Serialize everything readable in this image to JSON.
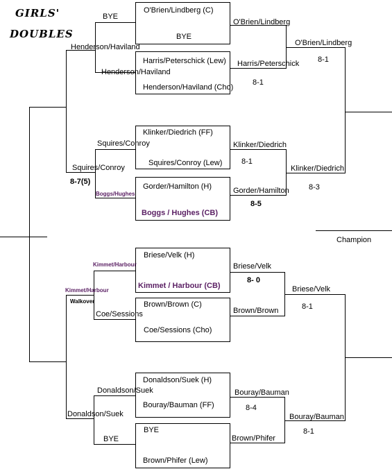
{
  "title": {
    "line1": "GIRLS'",
    "line2": "DOUBLES"
  },
  "round1": {
    "m1": {
      "top": "O'Brien/Lindberg (C)",
      "bottom": "BYE"
    },
    "m2": {
      "top": "Harris/Peterschick (Lew)",
      "bottom": "Henderson/Haviland (Cho)"
    },
    "m3": {
      "top": "Klinker/Diedrich (FF)",
      "bottom": "Squires/Conroy (Lew)"
    },
    "m4": {
      "top": "Gorder/Hamilton (H)",
      "bottom": "Boggs / Hughes (CB)"
    },
    "m5": {
      "top": "Briese/Velk (H)",
      "bottom": "Kimmet / Harbour (CB)"
    },
    "m6": {
      "top": "Brown/Brown (C)",
      "bottom": "Coe/Sessions (Cho)"
    },
    "m7": {
      "top": "Donaldson/Suek (H)",
      "bottom": "Bouray/Bauman (FF)"
    },
    "m8": {
      "top": "BYE",
      "bottom": "Brown/Phifer (Lew)"
    }
  },
  "left": {
    "q1_top": "BYE",
    "q1_bottom": "Henderson/Haviland",
    "q1_winner": "Henderson/Haviland",
    "q2_top": "Squires/Conroy",
    "q2_bottom": "Boggs/Hughes",
    "q2_winner": "Squires/Conroy",
    "q2_score": "8-7(5)",
    "q3_top": "Kimmet/Harbour",
    "q3_bottom": "Coe/Sessions",
    "q3_winner": "Kimmet/Harbour",
    "q3_note": "Walkover",
    "q4_top": "Donaldson/Suek",
    "q4_bottom": "BYE",
    "q4_winner": "Donaldson/Suek"
  },
  "round2": {
    "a_top": "O'Brien/Lindberg",
    "a_bottom": "Harris/Peterschick",
    "a_score": "8-1",
    "b_top": "Klinker/Diedrich",
    "b_score_top": "8-1",
    "b_bottom": "Gorder/Hamilton",
    "b_score_bottom": "8-5",
    "c_top": "Briese/Velk",
    "c_score": "8- 0",
    "c_bottom": "Brown/Brown",
    "d_top": "Bouray/Bauman",
    "d_score": "8-4",
    "d_bottom": "Brown/Phifer"
  },
  "round3": {
    "a_name": "O'Brien/Lindberg",
    "a_score": "8-1",
    "b_name": "Klinker/Diedrich",
    "b_score": "8-3",
    "c_name": "Briese/Velk",
    "c_score": "8-1",
    "d_name": "Bouray/Bauman",
    "d_score": "8-1"
  },
  "champion_label": "Champion"
}
